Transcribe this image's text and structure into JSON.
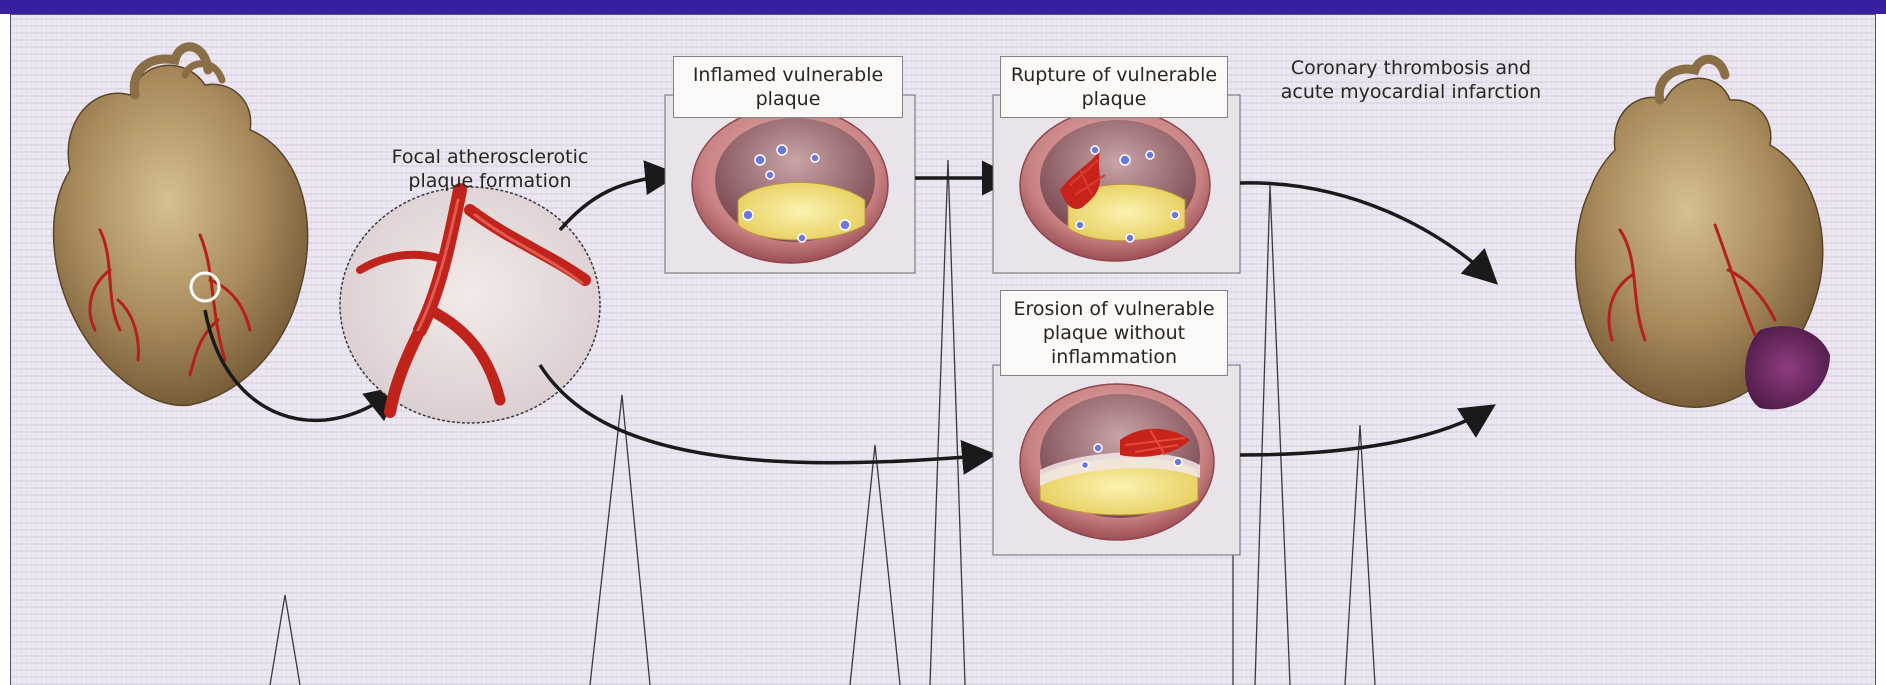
{
  "colors": {
    "frame_bar": "#3a1ea0",
    "background": "#ece7f1",
    "arrow": "#1a1a1a",
    "artery_red": "#c0231c",
    "plaque_core": "#f3e27a",
    "vessel_wall": "#c98283",
    "infarct_purple": "#6b2a62",
    "heart_brown": "#a98b5c",
    "inflammatory_cell": "#6e78d8"
  },
  "diagram": {
    "labels": {
      "focal": "Focal atherosclerotic plaque formation",
      "inflamed": "Inflamed vulnerable plaque",
      "rupture": "Rupture of vulnerable plaque",
      "erosion": "Erosion of vulnerable plaque without inflammation",
      "coronary": "Coronary thrombosis and acute myocardial infarction"
    },
    "stages": [
      {
        "id": "healthy-heart",
        "icon": "heart-illustration"
      },
      {
        "id": "artery-magnified",
        "icon": "artery-magnified-illustration"
      },
      {
        "id": "inflamed-plaque",
        "icon": "vessel-cross-section-icon"
      },
      {
        "id": "rupture-plaque",
        "icon": "ruptured-vessel-cross-section-icon"
      },
      {
        "id": "erosion-plaque",
        "icon": "eroded-vessel-cross-section-icon"
      },
      {
        "id": "infarct-heart",
        "icon": "infarcted-heart-illustration"
      }
    ]
  }
}
